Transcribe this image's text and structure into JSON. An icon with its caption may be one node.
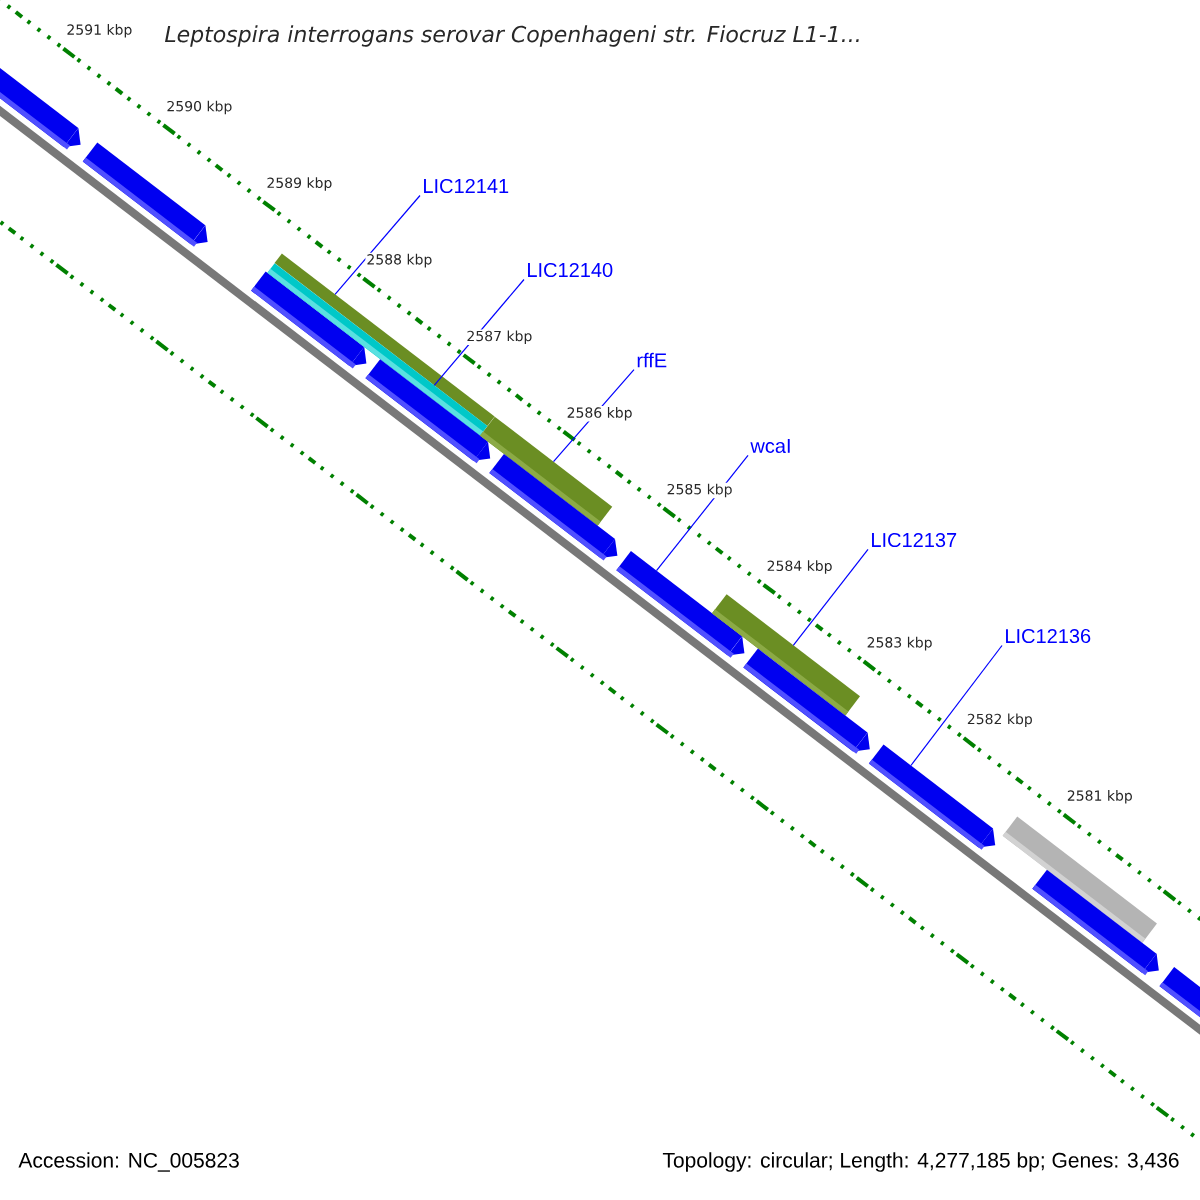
{
  "diagram": {
    "title": "Leptospira interrogans serovar Copenhageni str. Fiocruz L1-1...",
    "nodes": [
      {
        "text": [
          "LIC12141"
        ]
      },
      {
        "text": [
          "LIC12140"
        ]
      },
      {
        "text": [
          "rffE"
        ]
      },
      {
        "text": [
          "wcaI"
        ]
      },
      {
        "text": [
          "LIC12137"
        ]
      },
      {
        "text": [
          "LIC12136"
        ]
      },
      {
        "text": [],
        "shape": "box"
      },
      {
        "text": [],
        "shape": "box"
      },
      {
        "text": [],
        "shape": "box"
      },
      {
        "text": [],
        "shape": "bar"
      },
      {
        "text": [],
        "shape": "bar"
      },
      {
        "text": [],
        "shape": "box"
      },
      {
        "text": [],
        "shape": "bar"
      },
      {
        "text": [],
        "shape": "box"
      },
      {
        "text": [],
        "shape": "box"
      },
      {
        "text": [],
        "shape": "bar"
      },
      {
        "text": [],
        "shape": "box"
      },
      {
        "text": [],
        "shape": "box"
      },
      {
        "text": [],
        "shape": "bar"
      },
      {
        "text": [],
        "shape": "box"
      },
      {
        "text": [],
        "shape": "box"
      }
    ],
    "edges": [
      {
        "from": 0,
        "to": 9,
        "arrow": "none"
      },
      {
        "from": 1,
        "to": 10,
        "arrow": "none"
      },
      {
        "from": 2,
        "to": 12,
        "arrow": "none"
      },
      {
        "from": 3,
        "to": 14,
        "arrow": "none"
      },
      {
        "from": 4,
        "to": 15,
        "arrow": "none"
      },
      {
        "from": 5,
        "to": 17,
        "arrow": "none"
      }
    ],
    "labels": [
      "2591 kbp",
      "2590 kbp",
      "2589 kbp",
      "2588 kbp",
      "2587 kbp",
      "2586 kbp",
      "2585 kbp",
      "2584 kbp",
      "2583 kbp",
      "2582 kbp",
      "2581 kbp",
      "Accession: NC_005823",
      "Topology: circular; Length: 4,277,185 bp; Genes: 3,436"
    ]
  }
}
